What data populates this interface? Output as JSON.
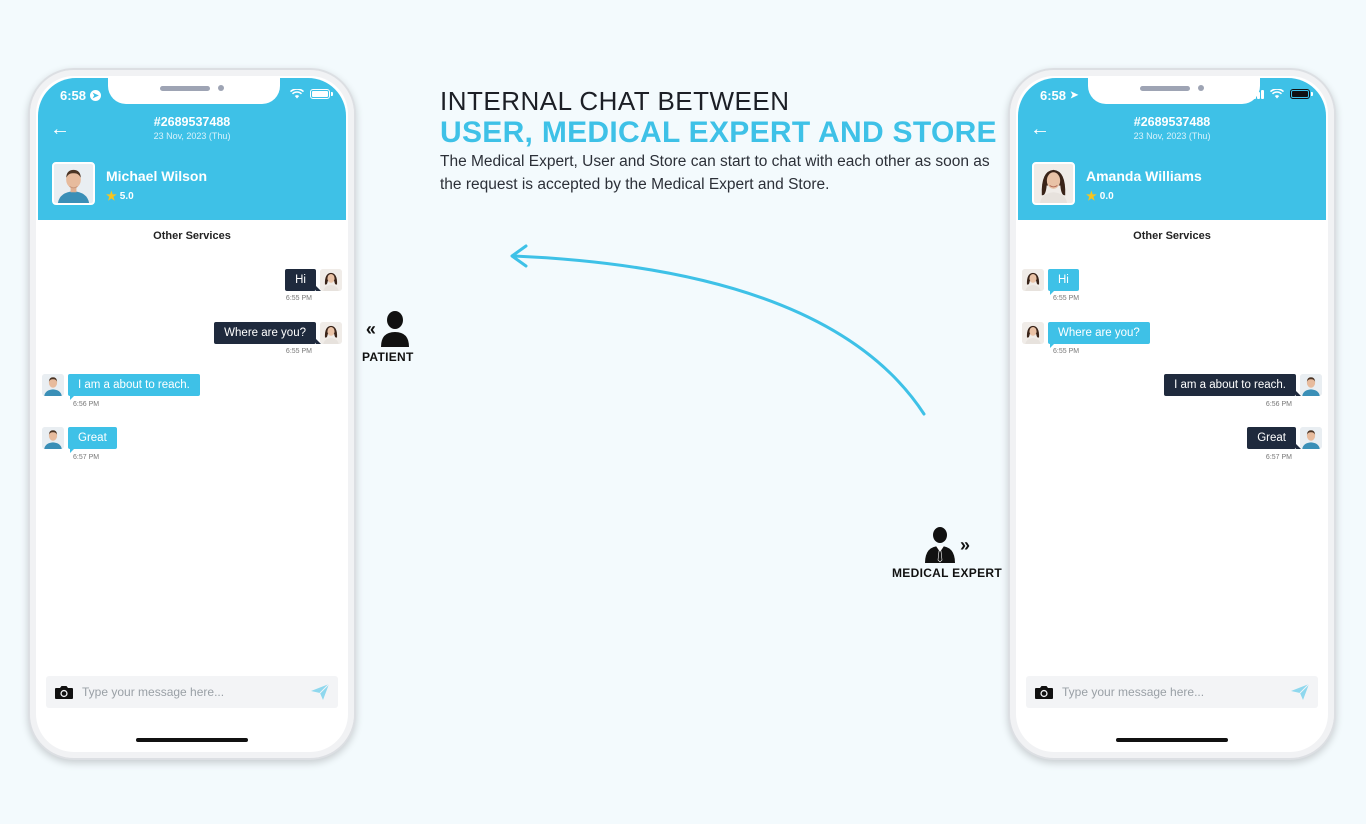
{
  "headline": {
    "line1": "INTERNAL CHAT BETWEEN",
    "line2": "USER, MEDICAL EXPERT AND STORE",
    "description": "The Medical Expert, User and Store can start to chat with each other as soon as the request is accepted by the Medical Expert and Store."
  },
  "roles": {
    "patient": "PATIENT",
    "medical_expert": "MEDICAL EXPERT"
  },
  "colors": {
    "accent": "#3ec1e7",
    "dark_bubble": "#1f2a3d",
    "background": "#f3fafd"
  },
  "phones": [
    {
      "status_time": "6:58",
      "order_id": "#2689537488",
      "order_date": "23 Nov, 2023 (Thu)",
      "profile_name": "Michael Wilson",
      "rating": "5.0",
      "section_title": "Other Services",
      "messages": [
        {
          "text": "Hi",
          "time": "6:55 PM",
          "side": "out"
        },
        {
          "text": "Where are you?",
          "time": "6:55 PM",
          "side": "out"
        },
        {
          "text": "I am a about to reach.",
          "time": "6:56 PM",
          "side": "in"
        },
        {
          "text": "Great",
          "time": "6:57 PM",
          "side": "in"
        }
      ],
      "input_placeholder": "Type your message here..."
    },
    {
      "status_time": "6:58",
      "order_id": "#2689537488",
      "order_date": "23 Nov, 2023 (Thu)",
      "profile_name": "Amanda Williams",
      "rating": "0.0",
      "section_title": "Other Services",
      "messages": [
        {
          "text": "Hi",
          "time": "6:55 PM",
          "side": "in"
        },
        {
          "text": "Where are you?",
          "time": "6:55 PM",
          "side": "in"
        },
        {
          "text": "I am a about to reach.",
          "time": "6:56 PM",
          "side": "out"
        },
        {
          "text": "Great",
          "time": "6:57 PM",
          "side": "out"
        }
      ],
      "input_placeholder": "Type your message here..."
    }
  ]
}
